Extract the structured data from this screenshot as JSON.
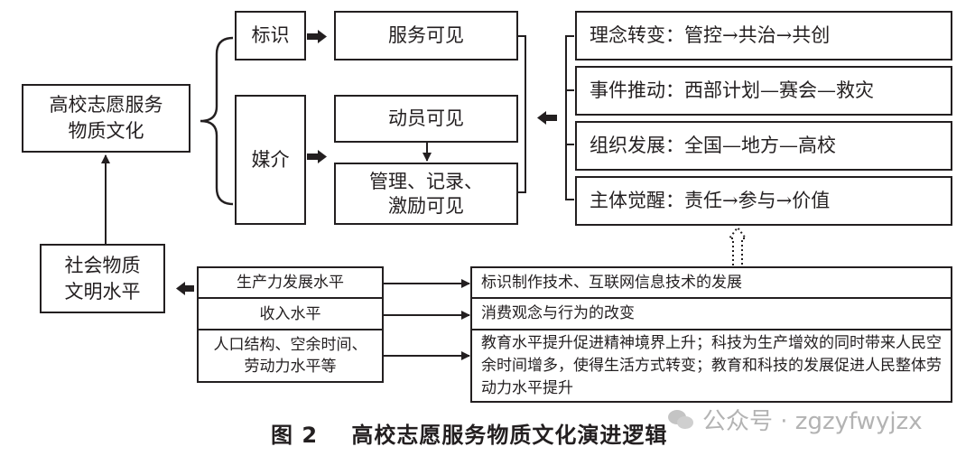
{
  "diagram": {
    "core": "高校志愿服务\n物质文化",
    "society": "社会物质\n文明水平",
    "branches": {
      "identity": "标识",
      "medium": "媒介"
    },
    "visibility": {
      "service": "服务可见",
      "mobilize": "动员可见",
      "manage": "管理、记录、\n激励可见"
    },
    "drivers": [
      "理念转变：管控→共治→共创",
      "事件推动：西部计划—赛会—救灾",
      "组织发展：全国—地方—高校",
      "主体觉醒：责任→参与→价值"
    ],
    "factors": [
      "生产力发展水平",
      "收入水平",
      "人口结构、空余时间、\n劳动力水平等"
    ],
    "effects": [
      "标识制作技术、互联网信息技术的发展",
      "消费观念与行为的改变",
      "教育水平提升促进精神境界上升；科技为生产增效的同时带来人民空余时间增多，使得生活方式转变；教育和科技的发展促进人民整体劳动力水平提升"
    ]
  },
  "caption": {
    "number": "图 2",
    "title": "高校志愿服务物质文化演进逻辑"
  },
  "watermark": {
    "text": "公众号 · zgzyfwyjzx",
    "icon": "wechat-icon"
  }
}
